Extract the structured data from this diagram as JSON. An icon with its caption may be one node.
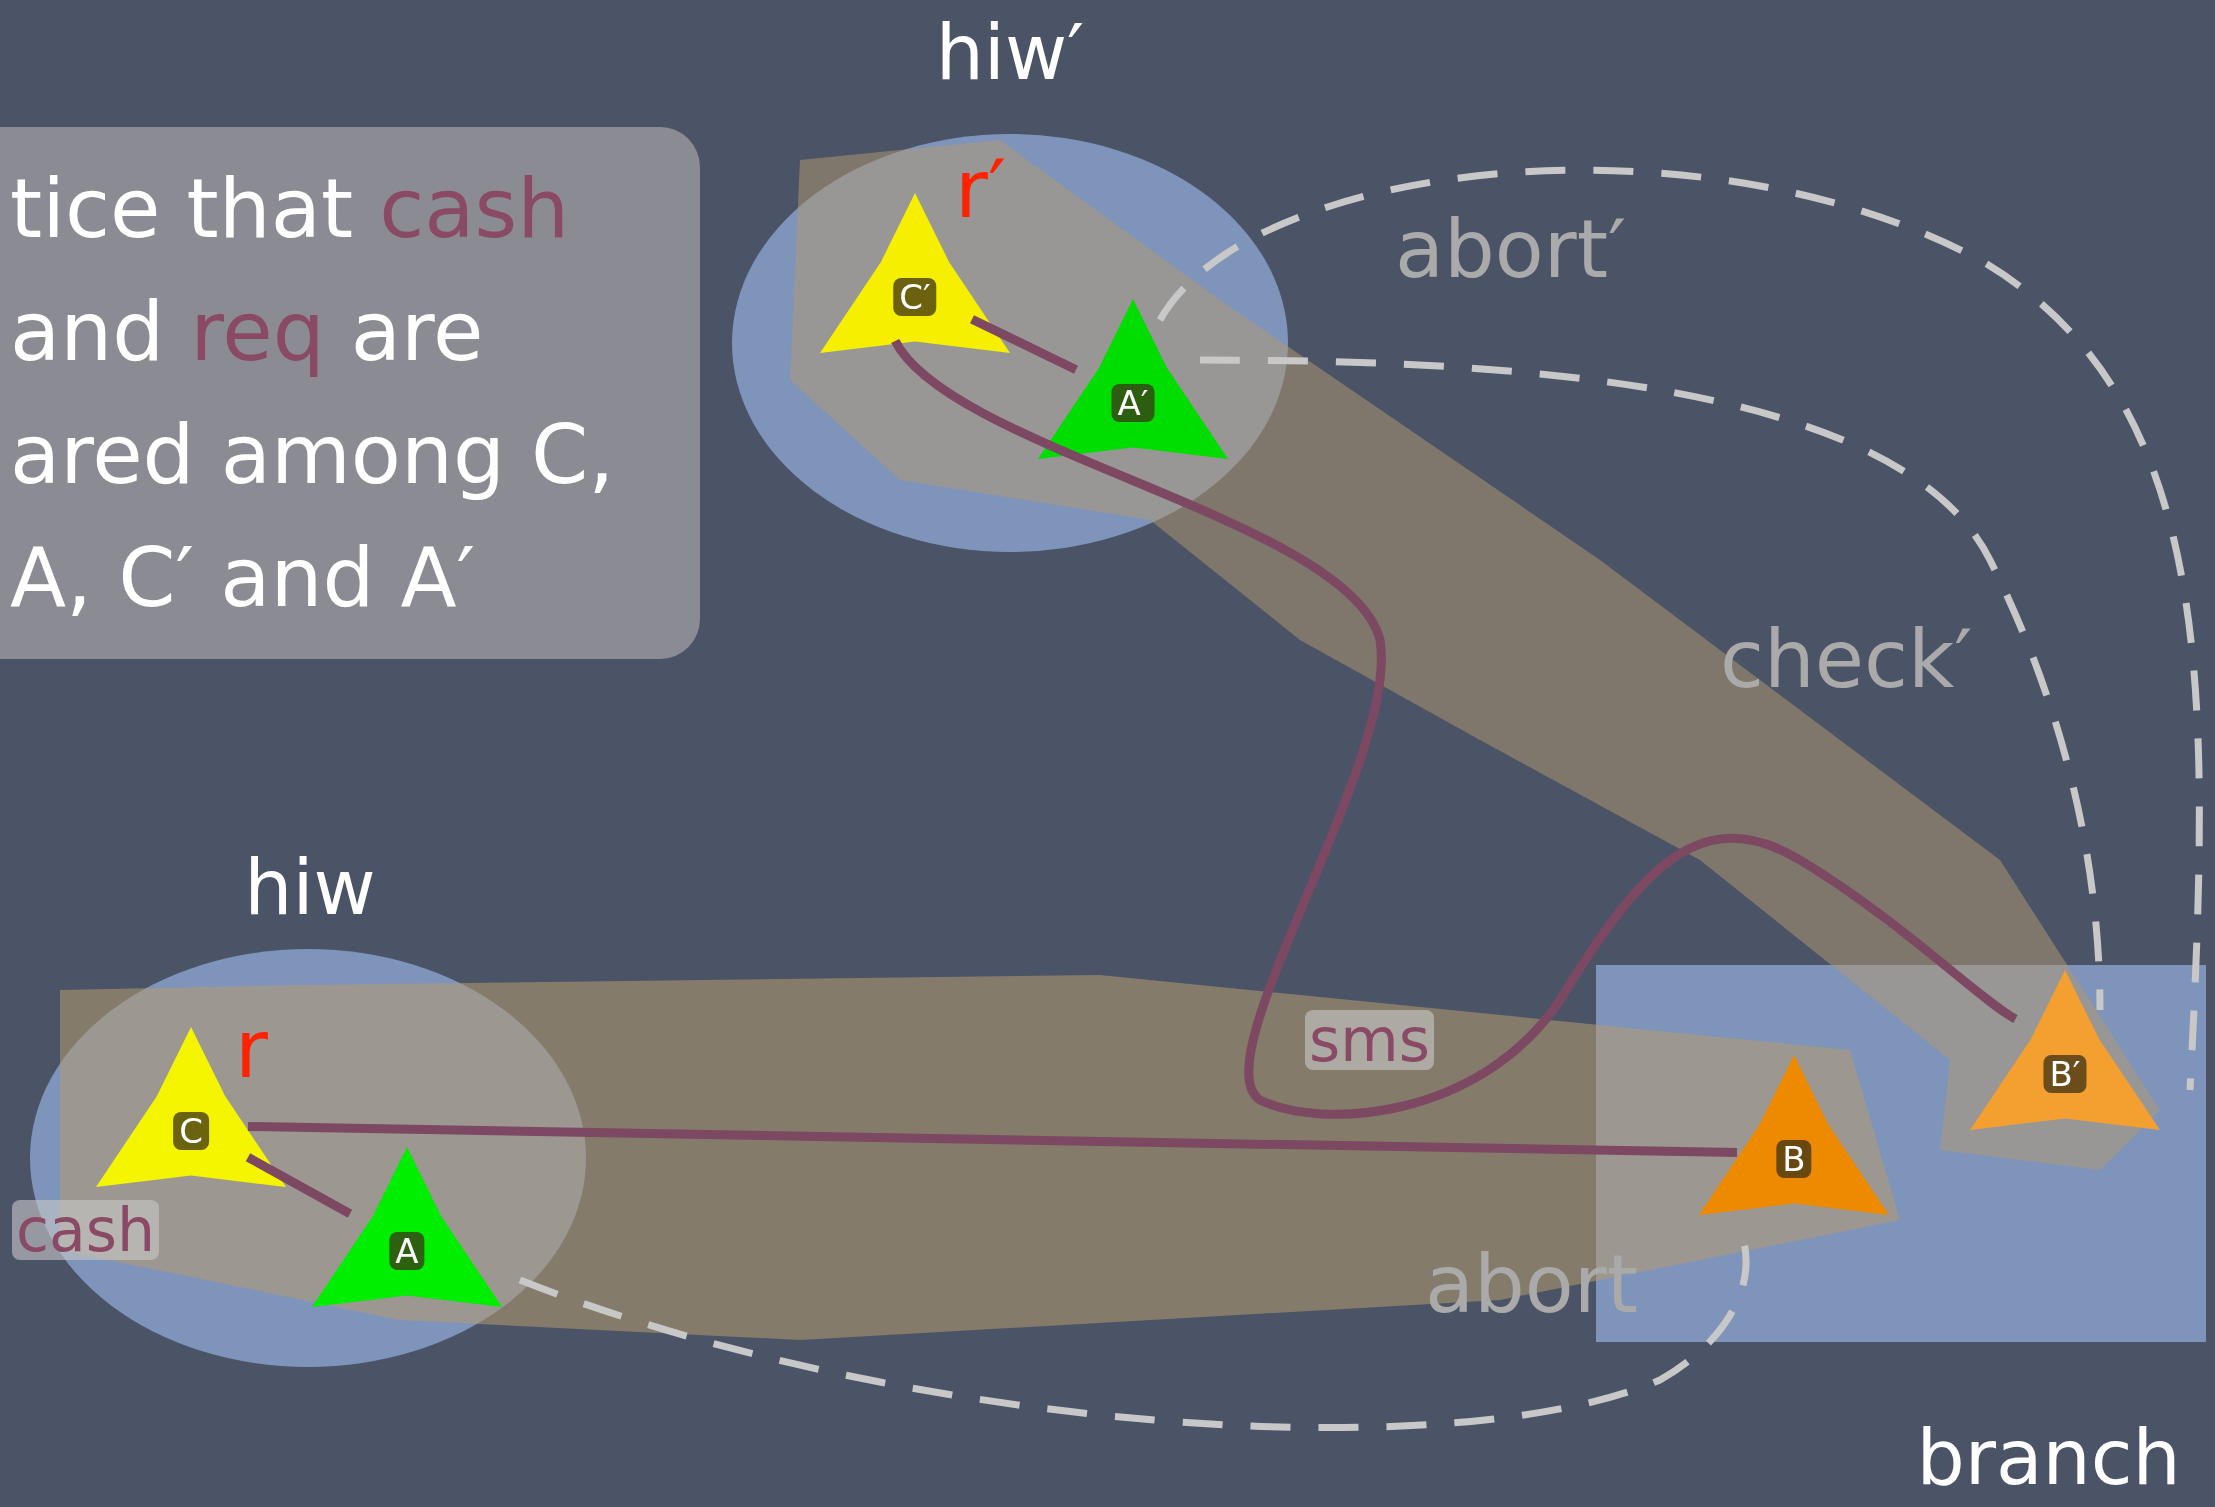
{
  "diagram": {
    "nodes": [
      {
        "text": [
          "hiw"
        ]
      },
      {
        "text": [
          "C"
        ],
        "in": 0
      },
      {
        "text": [
          "A"
        ],
        "in": 0
      },
      {
        "text": [
          "hiw′"
        ]
      },
      {
        "text": [
          "C′"
        ],
        "in": 3
      },
      {
        "text": [
          "A′"
        ],
        "in": 3
      },
      {
        "text": [
          "branch"
        ]
      },
      {
        "text": [
          "B"
        ],
        "in": 6
      },
      {
        "text": [
          "B′"
        ],
        "in": 6
      }
    ],
    "edges": [
      {
        "from": 1,
        "to": 2,
        "arrow": "none",
        "label": "cash"
      },
      {
        "from": 4,
        "to": 5,
        "arrow": "none"
      },
      {
        "from": 1,
        "to": 7,
        "arrow": "none"
      },
      {
        "from": 4,
        "to": 8,
        "arrow": "none",
        "label": "sms"
      }
    ],
    "labels": [
      "tice that **cash** and **req** are ared among C, A, C′ and A′",
      "r′",
      "abort′",
      "check′",
      "r",
      "abort"
    ]
  }
}
